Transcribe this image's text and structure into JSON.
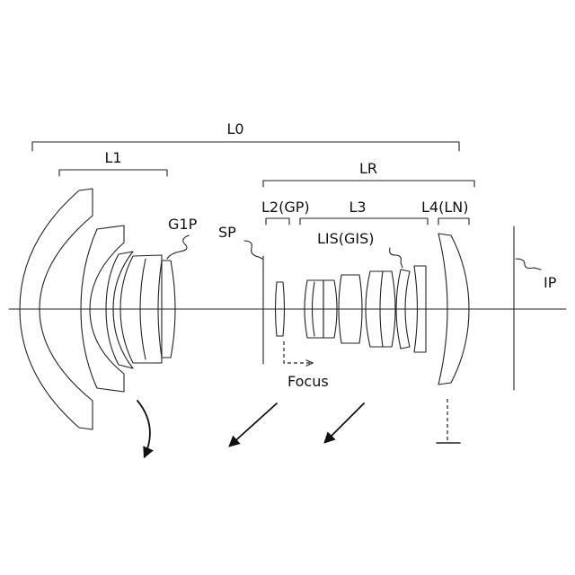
{
  "labels": {
    "l0": "L0",
    "l1": "L1",
    "lr": "LR",
    "l2": "L2(GP)",
    "l3": "L3",
    "l4": "L4(LN)",
    "g1p": "G1P",
    "sp": "SP",
    "lis": "LIS(GIS)",
    "ip": "IP",
    "focus": "Focus"
  }
}
